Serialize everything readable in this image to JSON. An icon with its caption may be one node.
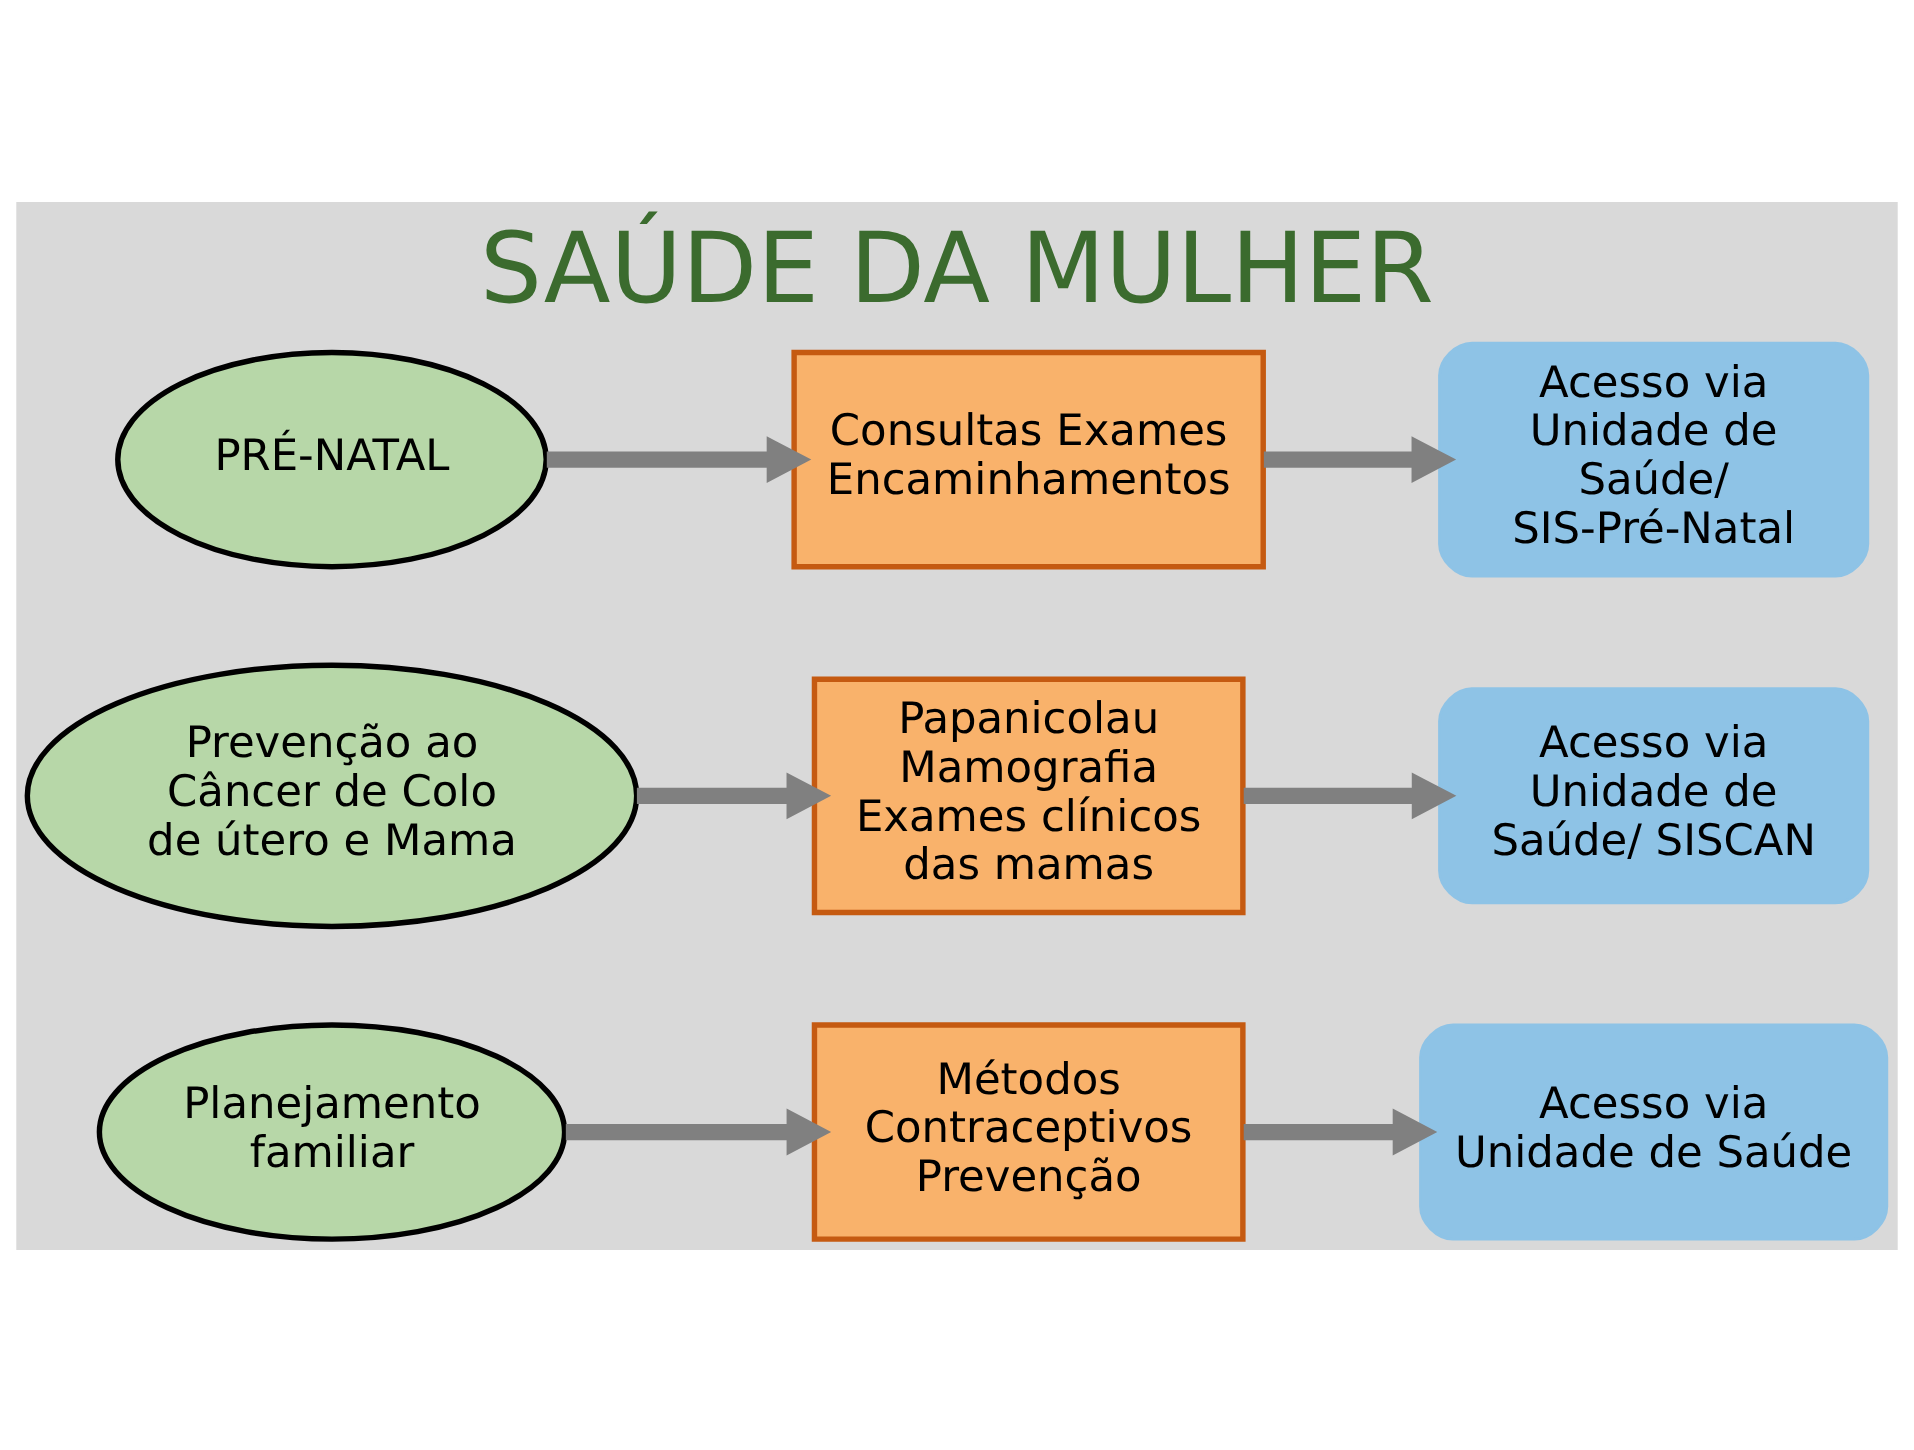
{
  "diagram": {
    "title": "SAÚDE DA MULHER",
    "nodes": [
      {
        "text": [
          "Planejamento familiar"
        ]
      },
      {
        "text": [
          "Métodos Contraceptivos Prevenção"
        ]
      },
      {
        "text": [
          "Acesso via Unidade de Saúde"
        ]
      },
      {
        "text": [
          "Prevenção ao Câncer de Colo de útero e Mama"
        ]
      },
      {
        "text": [
          "Papanicolau Mamografia Exames clínicos das mamas"
        ]
      },
      {
        "text": [
          "Acesso via Unidade de Saúde/ SISCAN"
        ]
      },
      {
        "text": [
          "PRÉ-NATAL"
        ]
      },
      {
        "text": [
          "Consultas Exames Encaminhamentos"
        ]
      },
      {
        "text": [
          "Acesso via Unidade de Saúde/ SIS-Pré-Natal"
        ]
      }
    ],
    "edges": [
      {
        "from": 0,
        "to": 1,
        "arrow": "to"
      },
      {
        "from": 1,
        "to": 2,
        "arrow": "to"
      },
      {
        "from": 3,
        "to": 4,
        "arrow": "to"
      },
      {
        "from": 4,
        "to": 5,
        "arrow": "to"
      },
      {
        "from": 6,
        "to": 7,
        "arrow": "to"
      },
      {
        "from": 7,
        "to": 8,
        "arrow": "to"
      }
    ]
  }
}
